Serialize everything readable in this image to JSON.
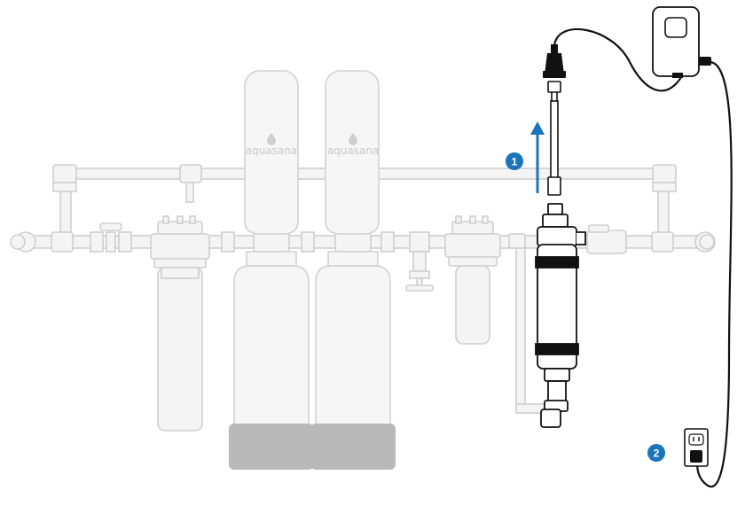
{
  "tanks": [
    {
      "brand": "aquasana"
    },
    {
      "brand": "aquasana"
    }
  ],
  "steps": [
    {
      "number": "1"
    },
    {
      "number": "2"
    }
  ],
  "colors": {
    "accent": "#1b75bb",
    "faded": "#dcdcdc",
    "faded_stroke": "#c4c4c4",
    "tank_base": "#b7b7b7",
    "uv_stroke": "#111111",
    "cord": "#111111"
  },
  "icons": [
    "upward-arrow-icon",
    "power-outlet-icon",
    "plug-icon",
    "uv-controller-icon"
  ]
}
